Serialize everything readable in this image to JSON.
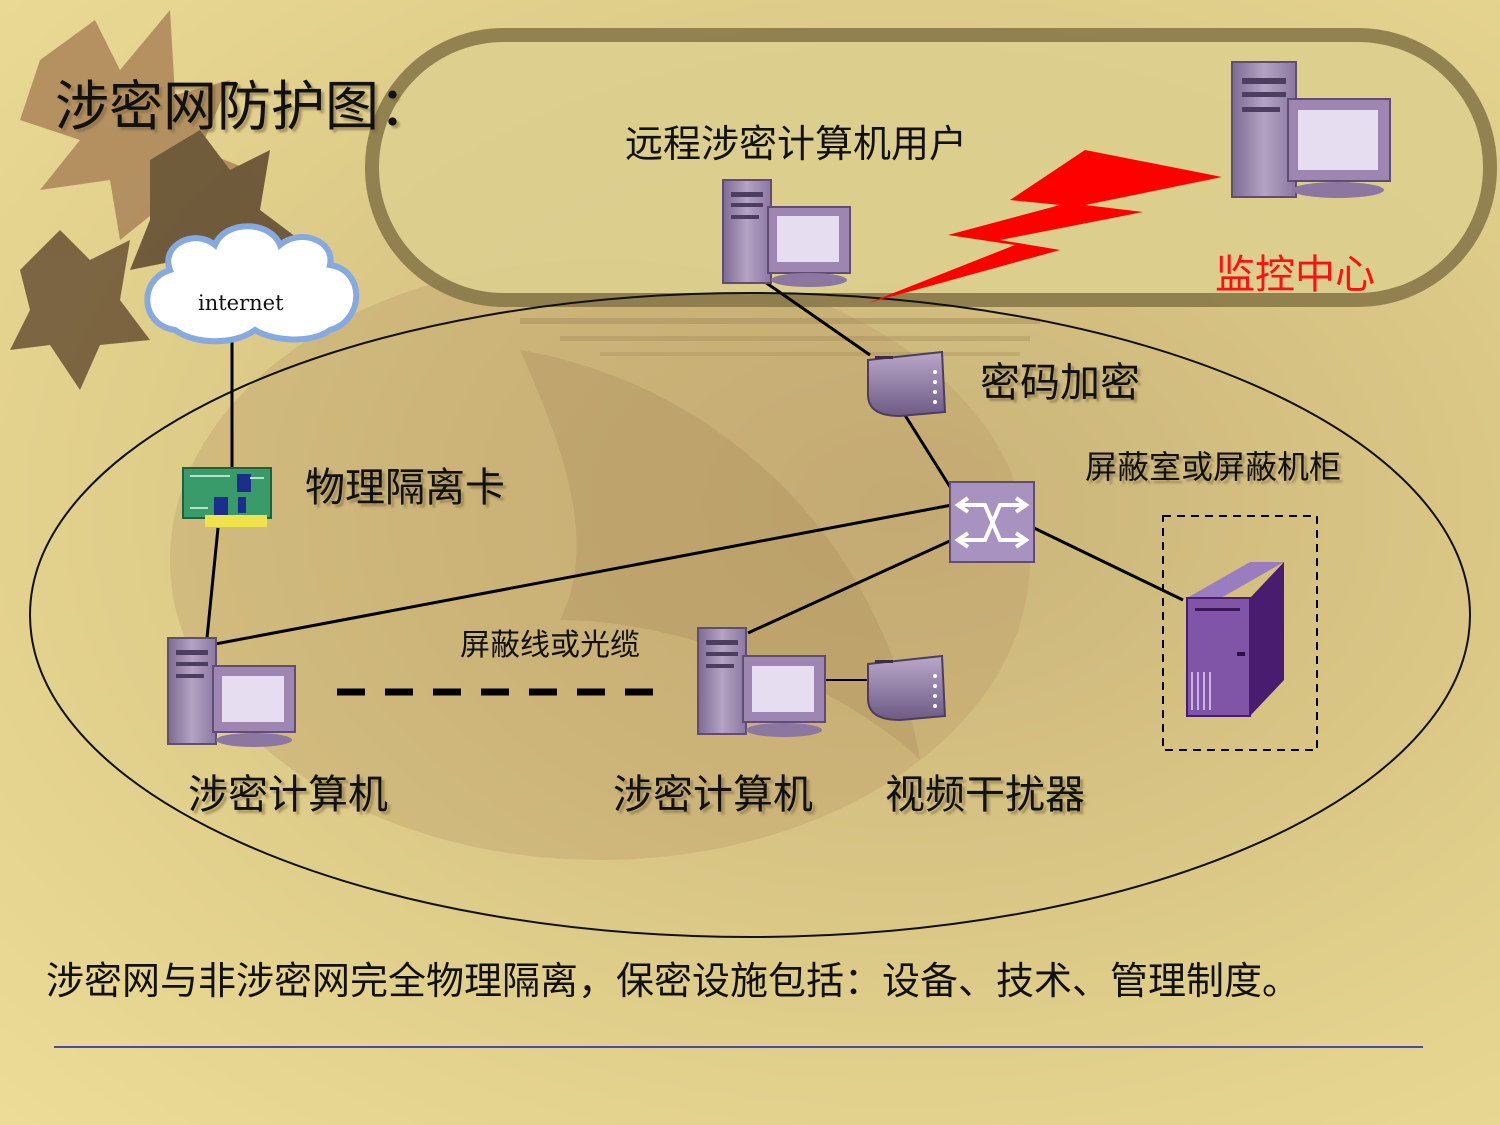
{
  "title": "涉密网防护图：",
  "labels": {
    "remote_user": "远程涉密计算机用户",
    "monitor_center": "监控中心",
    "internet": "internet",
    "encryption": "密码加密",
    "isolation_card": "物理隔离卡",
    "shield_room": "屏蔽室或屏蔽机柜",
    "shield_cable": "屏蔽线或光缆",
    "classified_pc_left": "涉密计算机",
    "classified_pc_right": "涉密计算机",
    "video_jammer": "视频干扰器"
  },
  "footer_text": "涉密网与非涉密网完全物理隔离，保密设施包括：设备、技术、管理制度。",
  "colors": {
    "monitor_label": "#ff1010",
    "lightning": "#ff0000",
    "device_purple": "#9d86b1",
    "footer_rule": "#4a4aa8"
  },
  "icons": [
    "cloud-icon",
    "computer-icon",
    "encryptor-icon",
    "switch-icon",
    "server-icon",
    "network-card-icon",
    "lightning-icon"
  ]
}
